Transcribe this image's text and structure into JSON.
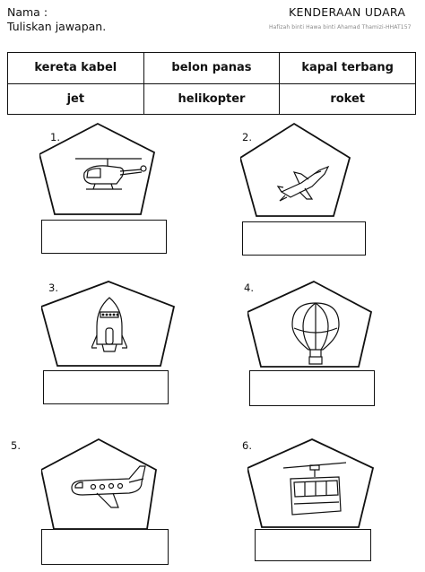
{
  "header": {
    "name_label": "Nama :",
    "instruction": "Tuliskan jawapan.",
    "title": "KENDERAAN UDARA",
    "author": "Hafizah binti Hawa binti Ahamad Thamizi-HHAT157"
  },
  "word_bank": [
    [
      "kereta kabel",
      "belon panas",
      "kapal terbang"
    ],
    [
      "jet",
      "helikopter",
      "roket"
    ]
  ],
  "items": [
    {
      "number": "1.",
      "icon": "helicopter-icon"
    },
    {
      "number": "2.",
      "icon": "jet-icon"
    },
    {
      "number": "3.",
      "icon": "rocket-icon"
    },
    {
      "number": "4.",
      "icon": "hot-air-balloon-icon"
    },
    {
      "number": "5.",
      "icon": "airplane-icon"
    },
    {
      "number": "6.",
      "icon": "cable-car-icon"
    }
  ],
  "colors": {
    "ink": "#111111",
    "author": "#888888"
  }
}
